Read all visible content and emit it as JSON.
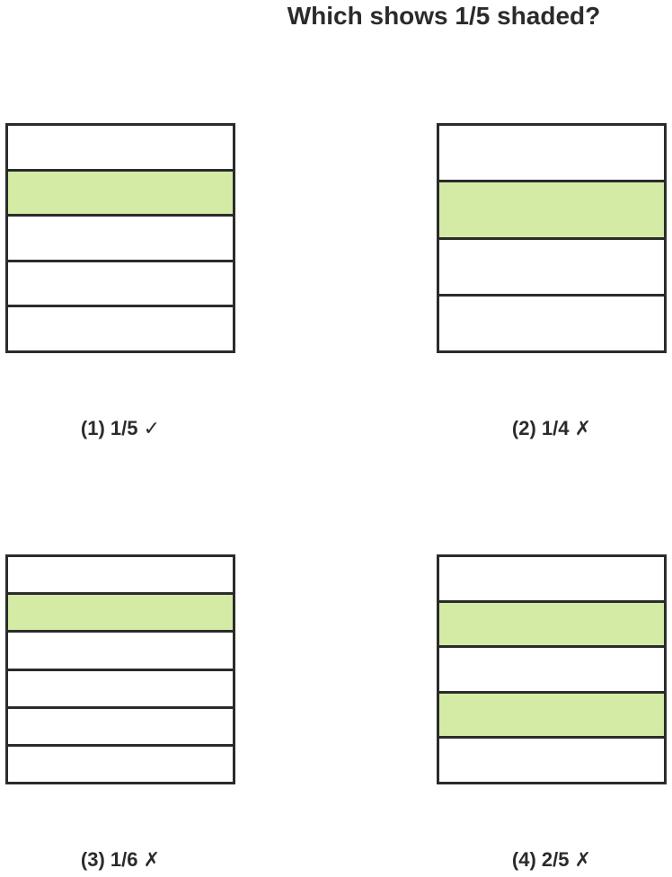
{
  "title": "Which shows 1/5 shaded?",
  "shade_color": "#d4eba6",
  "line_color": "#2b2b2b",
  "options": [
    {
      "label": "(1) 1/5",
      "mark": "✓",
      "correct": true,
      "parts": 5,
      "shaded": [
        2
      ]
    },
    {
      "label": "(2) 1/4",
      "mark": "✗",
      "correct": false,
      "parts": 4,
      "shaded": [
        2
      ]
    },
    {
      "label": "(3) 1/6",
      "mark": "✗",
      "correct": false,
      "parts": 6,
      "shaded": [
        2
      ]
    },
    {
      "label": "(4) 2/5",
      "mark": "✗",
      "correct": false,
      "parts": 5,
      "shaded": [
        2,
        4
      ]
    }
  ]
}
